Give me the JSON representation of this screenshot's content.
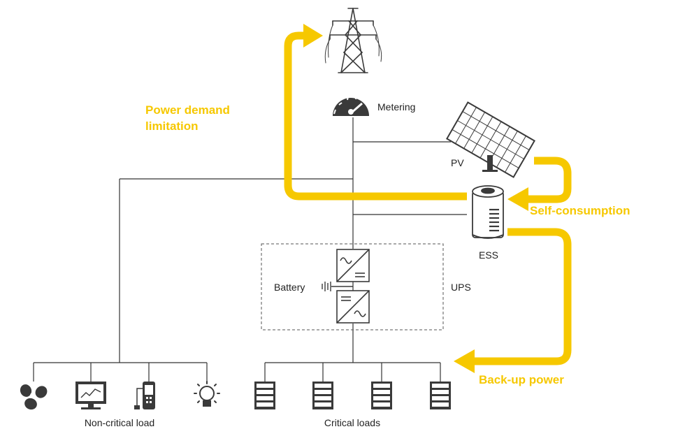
{
  "labels": {
    "metering": "Metering",
    "pv": "PV",
    "ess": "ESS",
    "battery": "Battery",
    "ups": "UPS",
    "non_critical_load": "Non-critical load",
    "critical_loads": "Critical loads"
  },
  "flows": {
    "power_demand_line1": "Power demand",
    "power_demand_line2": "limitation",
    "self_consumption": "Self-consumption",
    "backup_power": "Back-up power"
  },
  "colors": {
    "accent": "#f6c800",
    "line": "#333333",
    "icon": "#3a3a3a",
    "dashed_box": "#555555"
  },
  "icons": {
    "grid": "transmission-tower-icon",
    "meter": "gauge-icon",
    "pv": "solar-panel-icon",
    "ess": "battery-cylinder-icon",
    "inverter": "ac-dc-converter-icon",
    "dc_battery": "dc-battery-symbol-icon",
    "fan": "fan-icon",
    "monitor": "monitor-icon",
    "handheld": "handheld-device-icon",
    "bulb": "light-bulb-icon",
    "server": "server-rack-icon"
  }
}
